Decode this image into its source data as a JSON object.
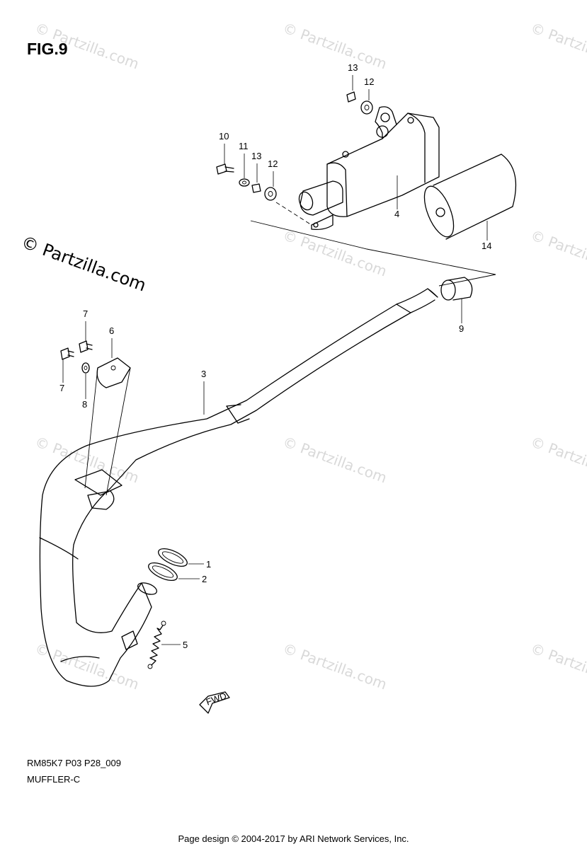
{
  "figure": {
    "title": "FIG.9"
  },
  "watermark": {
    "text": "© Partzilla.com",
    "color": "#d9d9d9"
  },
  "copyright_mark": {
    "text": "© Partzilla.com"
  },
  "reference": {
    "code": "RM85K7 P03 P28_009",
    "section": "MUFFLER-C"
  },
  "footer": {
    "text": "Page design © 2004-2017 by ARI Network Services, Inc."
  },
  "callouts": {
    "p1": "1",
    "p2": "2",
    "p3": "3",
    "p4": "4",
    "p5": "5",
    "p6": "6",
    "p7a": "7",
    "p7b": "7",
    "p8": "8",
    "p9": "9",
    "p10": "10",
    "p11": "11",
    "p12a": "12",
    "p12b": "12",
    "p13a": "13",
    "p13b": "13",
    "p14": "14"
  },
  "fwd_arrow": {
    "label": "FWD"
  }
}
